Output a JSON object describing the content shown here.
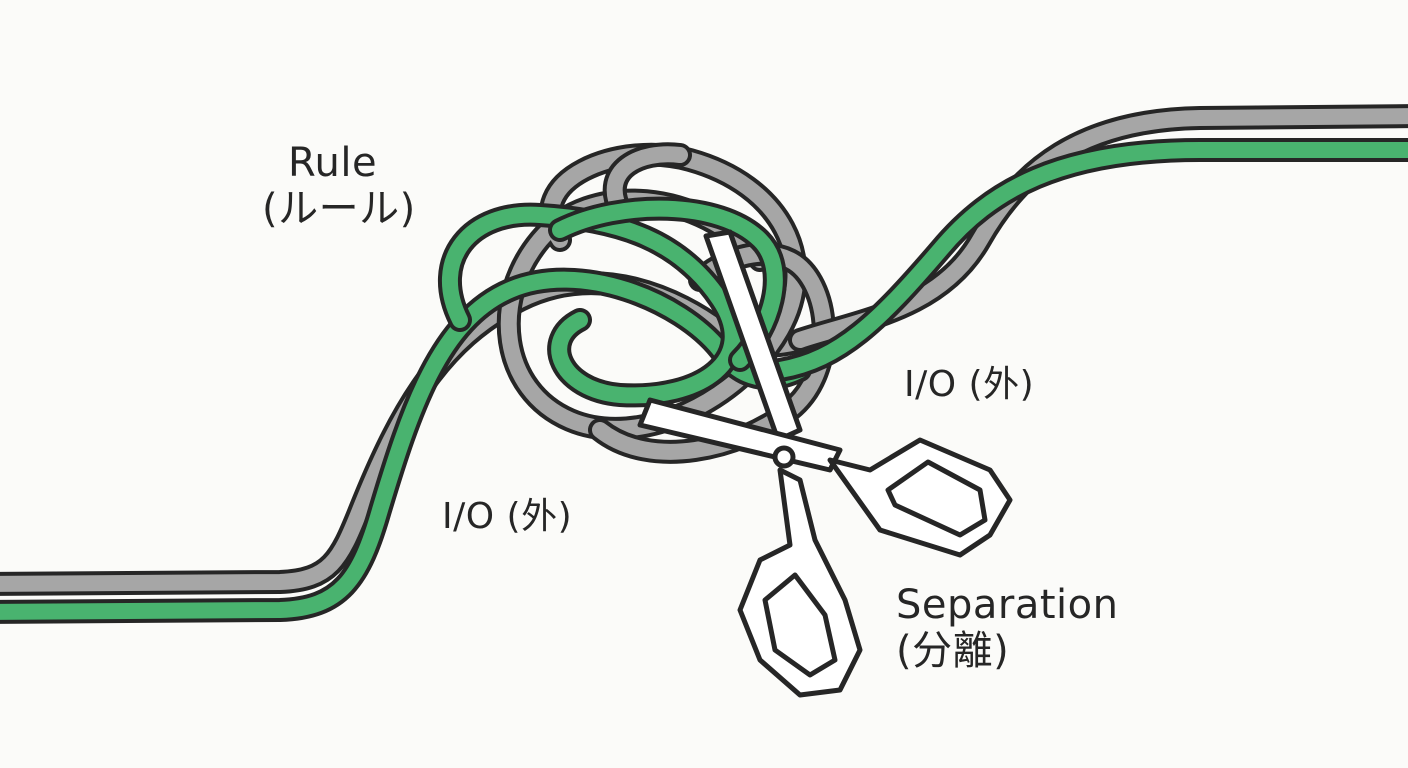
{
  "diagram": {
    "title": "Tangled rule and I/O cables being separated by scissors",
    "colors": {
      "background": "#fbfbf9",
      "green_cable": "#49b36f",
      "gray_cable": "#a6a6a6",
      "outline": "#262626",
      "scissors_fill": "#ffffff",
      "text": "#262626"
    },
    "elements": {
      "green_cable": "Rule cable (green)",
      "gray_cable": "I/O cable (gray)",
      "knot": "Tangle of green and gray cables",
      "scissors": "Scissors cutting the tangle"
    },
    "labels": {
      "rule": {
        "en": "Rule",
        "ja": "(ルール)"
      },
      "io_left": {
        "en": "I/O",
        "ja": "(外)"
      },
      "io_right": {
        "en": "I/O",
        "ja": "(外)"
      },
      "separation": {
        "en": "Separation",
        "ja": "(分離)"
      }
    }
  }
}
